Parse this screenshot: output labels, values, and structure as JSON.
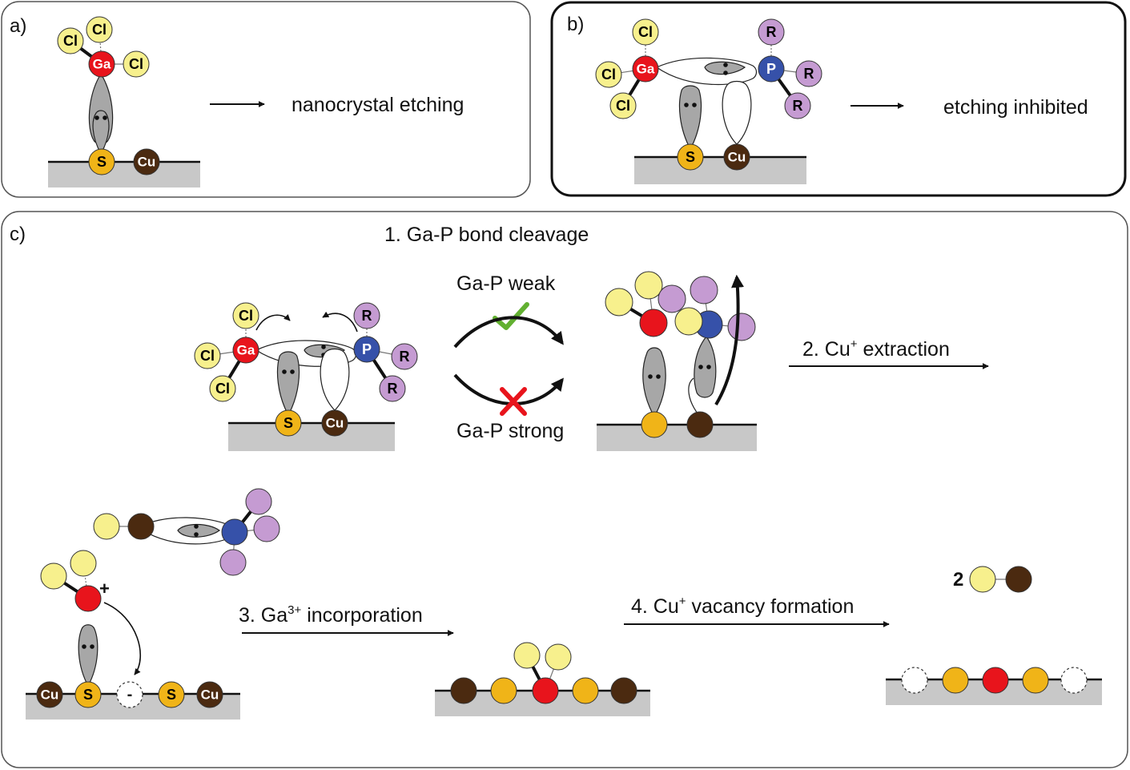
{
  "colors": {
    "ga": "#e8141c",
    "cl": "#f7f08d",
    "p": "#3651a9",
    "r": "#c59bd2",
    "s": "#f0b418",
    "cu": "#4b2a10",
    "surface": "#c8c8c8",
    "lobe": "#a7a7a7",
    "weak": "#62b031",
    "strong": "#e8141c"
  },
  "atoms": {
    "cl": "Cl",
    "ga": "Ga",
    "p": "P",
    "r": "R",
    "s": "S",
    "cu": "Cu"
  },
  "panel_a": {
    "tag": "a)",
    "result": "nanocrystal etching"
  },
  "panel_b": {
    "tag": "b)",
    "result": "etching inhibited"
  },
  "panel_c": {
    "tag": "c)",
    "step1": "1. Ga-P bond cleavage",
    "weak_label": "Ga-P weak",
    "strong_label": "Ga-P strong",
    "step2": "2. Cu",
    "step2_sup": "+",
    "step2_tail": " extraction",
    "step3": "3. Ga",
    "step3_sup": "3+",
    "step3_tail": " incorporation",
    "step4": "4. Cu",
    "step4_sup": "+",
    "step4_tail": " vacancy formation",
    "plus_charge": "+",
    "minus_charge": "-",
    "coefficient": "2"
  }
}
